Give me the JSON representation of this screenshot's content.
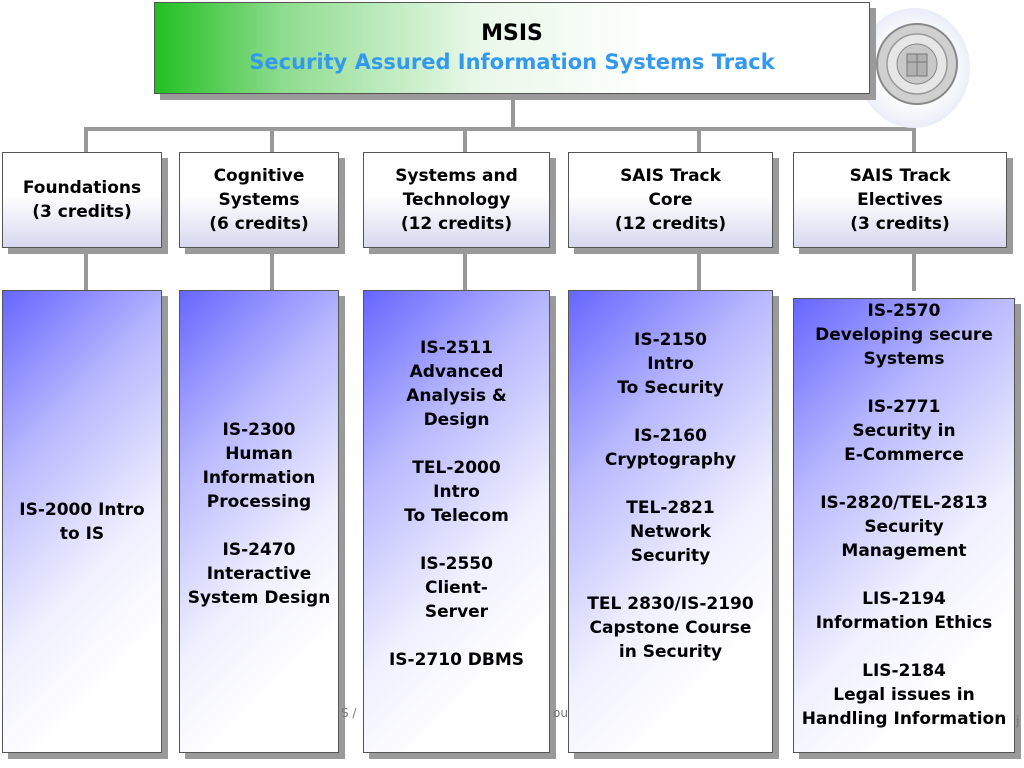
{
  "title": {
    "main": "MSIS",
    "sub": "Security Assured Information Systems Track"
  },
  "categories": [
    {
      "line1": "Foundations",
      "line2": "(3 credits)"
    },
    {
      "line1": "Cognitive",
      "line2": "Systems",
      "line3": "(6 credits)"
    },
    {
      "line1": "Systems and",
      "line2": "Technology",
      "line3": "(12 credits)"
    },
    {
      "line1": "SAIS Track",
      "line2": "Core",
      "line3": "(12 credits)"
    },
    {
      "line1": "SAIS Track",
      "line2": "Electives",
      "line3": "(3 credits)"
    }
  ],
  "courses": {
    "foundations": [
      [
        "IS-2000 Intro",
        "to IS"
      ]
    ],
    "cognitive": [
      [
        "IS-2300",
        "Human",
        "Information",
        "Processing"
      ],
      [
        "IS-2470",
        "Interactive",
        "System Design"
      ]
    ],
    "systems": [
      [
        "IS-2511",
        "Advanced",
        "Analysis &",
        "Design"
      ],
      [
        "TEL-2000",
        "Intro",
        "To Telecom"
      ],
      [
        "IS-2550",
        "Client-",
        "Server"
      ],
      [
        "IS-2710 DBMS"
      ]
    ],
    "core": [
      [
        "IS-2150",
        "Intro",
        "To Security"
      ],
      [
        "IS-2160",
        "Cryptography"
      ],
      [
        "TEL-2821",
        "Network",
        "Security"
      ],
      [
        "TEL 2830/IS-2190",
        "Capstone Course",
        "in Security"
      ]
    ],
    "electives": [
      [
        "IS-2570",
        "Developing secure",
        "Systems"
      ],
      [
        "IS-2771",
        "Security in",
        "E-Commerce"
      ],
      [
        "IS-2820/TEL-2813",
        "Security",
        "Management"
      ],
      [
        "LIS-2194",
        "Information Ethics"
      ],
      [
        "LIS-2184",
        "Legal issues in",
        "Handling Information"
      ]
    ]
  },
  "footer_fragments": [
    "S /",
    "ou",
    "j"
  ],
  "seal": {
    "icon": "university-seal-icon",
    "color": "#b8b8b8"
  },
  "colors": {
    "title_sub": "#3399ee",
    "connector": "#999999",
    "course_gradient_start": "#6666ff",
    "title_gradient_start": "#22c022"
  }
}
